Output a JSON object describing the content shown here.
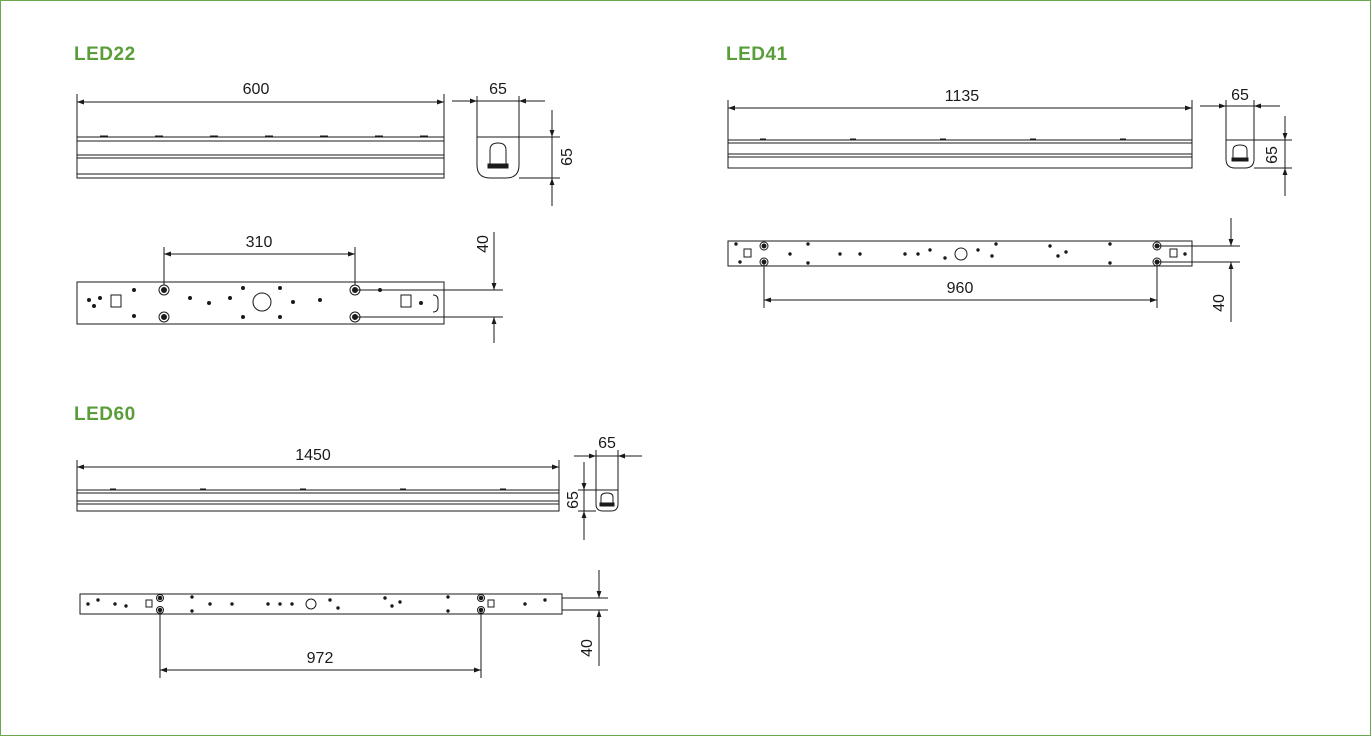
{
  "accent_color": "#5a9e3a",
  "line_color": "#1a1a1a",
  "models": [
    {
      "name": "LED22",
      "side_length": "600",
      "end_width": "65",
      "end_height": "65",
      "mount_spacing": "310",
      "mount_offset": "40"
    },
    {
      "name": "LED41",
      "side_length": "1135",
      "end_width": "65",
      "end_height": "65",
      "mount_spacing": "960",
      "mount_offset": "40"
    },
    {
      "name": "LED60",
      "side_length": "1450",
      "end_width": "65",
      "end_height": "65",
      "mount_spacing": "972",
      "mount_offset": "40"
    }
  ]
}
